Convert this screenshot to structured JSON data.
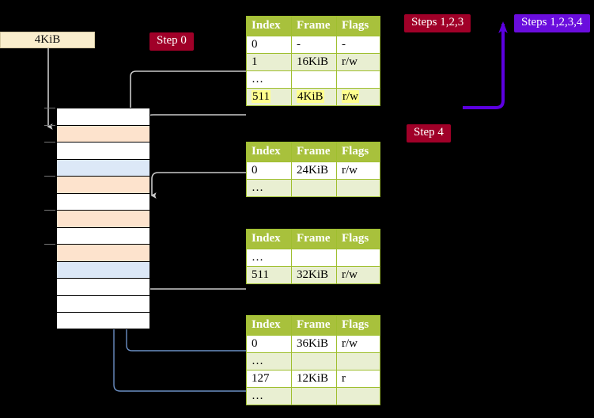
{
  "labels": {
    "memory_size": "4KiB",
    "step0": "Step 0",
    "step4": "Step 4",
    "steps123": "Steps 1,2,3",
    "steps1234": "Steps 1,2,3,4"
  },
  "colors": {
    "badge_red": "#a00028",
    "badge_violet": "#6a0ddd",
    "table_header": "#a8c13c",
    "table_alt_row": "#e9efd2",
    "table_border": "#9fbf2f",
    "mem_peach": "#fde3cd",
    "mem_blue": "#dce8f7",
    "label_box": "#faeecd",
    "wire_gray": "#bdbdbd",
    "wire_blue": "#6b8fc4",
    "arrow_blue": "#4a7ab5",
    "highlight": "#ffff8d"
  },
  "tables": [
    {
      "id": "pml4",
      "headers": [
        "Index",
        "Frame",
        "Flags"
      ],
      "rows": [
        {
          "cells": [
            "0",
            "-",
            "-"
          ],
          "alt": false,
          "highlight": false
        },
        {
          "cells": [
            "1",
            "16KiB",
            "r/w"
          ],
          "alt": true,
          "highlight": false
        },
        {
          "cells": [
            "…",
            "",
            ""
          ],
          "alt": false,
          "highlight": false
        },
        {
          "cells": [
            "511",
            "4KiB",
            "r/w"
          ],
          "alt": true,
          "highlight": true
        }
      ]
    },
    {
      "id": "pdpt",
      "headers": [
        "Index",
        "Frame",
        "Flags"
      ],
      "rows": [
        {
          "cells": [
            "0",
            "24KiB",
            "r/w"
          ],
          "alt": false,
          "highlight": false
        },
        {
          "cells": [
            "…",
            "",
            ""
          ],
          "alt": true,
          "highlight": false
        }
      ]
    },
    {
      "id": "pd",
      "headers": [
        "Index",
        "Frame",
        "Flags"
      ],
      "rows": [
        {
          "cells": [
            "…",
            "",
            ""
          ],
          "alt": false,
          "highlight": false
        },
        {
          "cells": [
            "511",
            "32KiB",
            "r/w"
          ],
          "alt": true,
          "highlight": false
        }
      ]
    },
    {
      "id": "pt",
      "headers": [
        "Index",
        "Frame",
        "Flags"
      ],
      "rows": [
        {
          "cells": [
            "0",
            "36KiB",
            "r/w"
          ],
          "alt": false,
          "highlight": false
        },
        {
          "cells": [
            "…",
            "",
            ""
          ],
          "alt": true,
          "highlight": false
        },
        {
          "cells": [
            "127",
            "12KiB",
            "r"
          ],
          "alt": false,
          "highlight": false
        },
        {
          "cells": [
            "…",
            "",
            ""
          ],
          "alt": true,
          "highlight": false
        }
      ]
    }
  ],
  "memory_column": {
    "rows": [
      {
        "fill": "white",
        "tick": true
      },
      {
        "fill": "peach",
        "tick": true
      },
      {
        "fill": "white",
        "tick": true
      },
      {
        "fill": "blue",
        "tick": false
      },
      {
        "fill": "peach",
        "tick": true
      },
      {
        "fill": "white",
        "tick": false
      },
      {
        "fill": "peach",
        "tick": true
      },
      {
        "fill": "white",
        "tick": false
      },
      {
        "fill": "peach",
        "tick": true
      },
      {
        "fill": "blue",
        "tick": false
      },
      {
        "fill": "white",
        "tick": false
      },
      {
        "fill": "white",
        "tick": false
      },
      {
        "fill": "white",
        "tick": false
      }
    ]
  }
}
